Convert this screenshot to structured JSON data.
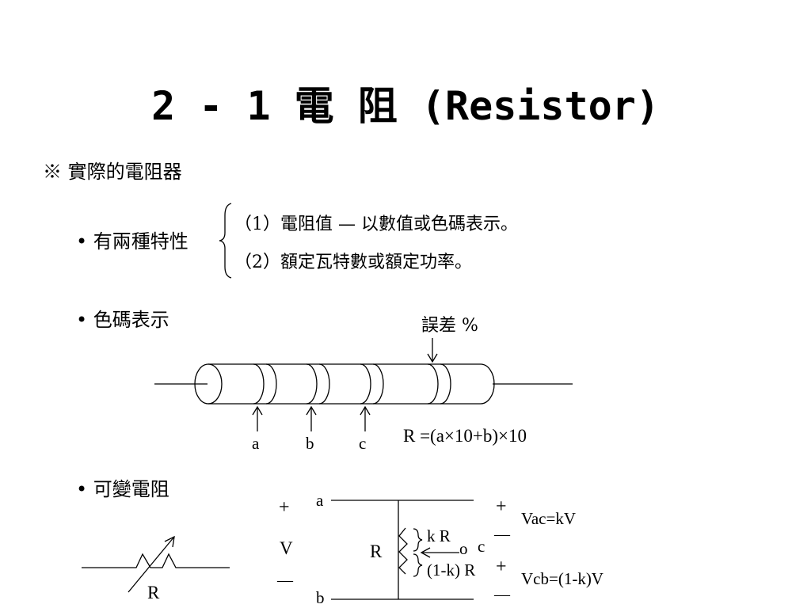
{
  "slide": {
    "title": "2 - 1 電  阻 (Resistor)",
    "subtitle": "※ 實際的電阻器",
    "characteristics": {
      "label": "• 有兩種特性",
      "items": [
        "（1）電阻值 — 以數值或色碼表示。",
        "（2）額定瓦特數或額定功率。"
      ]
    },
    "color_code": {
      "label": "• 色碼表示",
      "tolerance_label": "誤差  %",
      "band_labels": [
        "a",
        "b",
        "c"
      ],
      "formula": "R =(a×10+b)×10"
    },
    "variable_resistor": {
      "label": "• 可變電阻",
      "symbol_label": "R",
      "node_a": "a",
      "node_b": "b",
      "node_c": "c",
      "plus_left": "+",
      "v_label": "V",
      "minus_left": "—",
      "r_label": "R",
      "kr_label": "k R",
      "wiper_label": "o",
      "onemk_label": "(1-k) R",
      "plus_top": "+",
      "minus_mid": "—",
      "plus_mid": "+",
      "minus_bottom": "—",
      "vac": "Vac=kV",
      "vcb": "Vcb=(1-k)V"
    }
  }
}
